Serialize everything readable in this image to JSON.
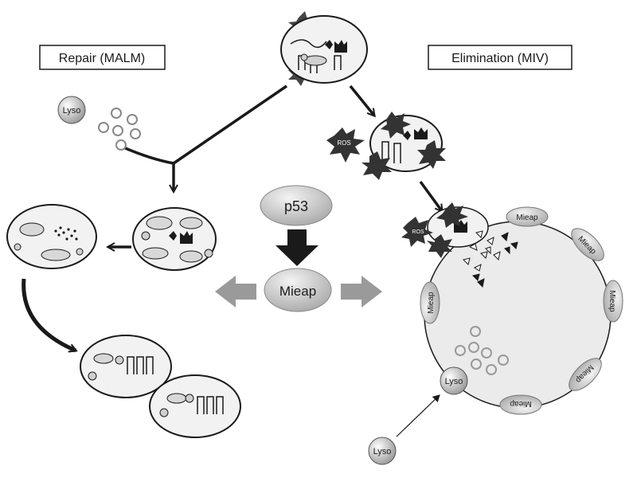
{
  "labels": {
    "repair": "Repair (MALM)",
    "elimination": "Elimination (MIV)",
    "p53": "p53",
    "mieap_center": "Mieap",
    "ros_1": "ROS",
    "ros_2": "ROS",
    "lyso_left": "Lyso",
    "lyso_vacuole": "Lyso",
    "lyso_bottom": "Lyso"
  },
  "vacuole_mieap": [
    {
      "id": "top",
      "label": "Mieap"
    },
    {
      "id": "upper-right",
      "label": "Mieap"
    },
    {
      "id": "right",
      "label": "Mieap"
    },
    {
      "id": "lower-right",
      "label": "Mieap"
    },
    {
      "id": "bottom",
      "label": "Mieap"
    },
    {
      "id": "left",
      "label": "Mieap"
    }
  ],
  "colors": {
    "line": "#1a1a1a",
    "fill_light": "#f2f2f2",
    "fill_mid": "#d0d0d0",
    "fill_dark": "#3a3a3a",
    "arrow_gray": "#9a9a9a",
    "vacuole_fill": "#ebebeb"
  }
}
